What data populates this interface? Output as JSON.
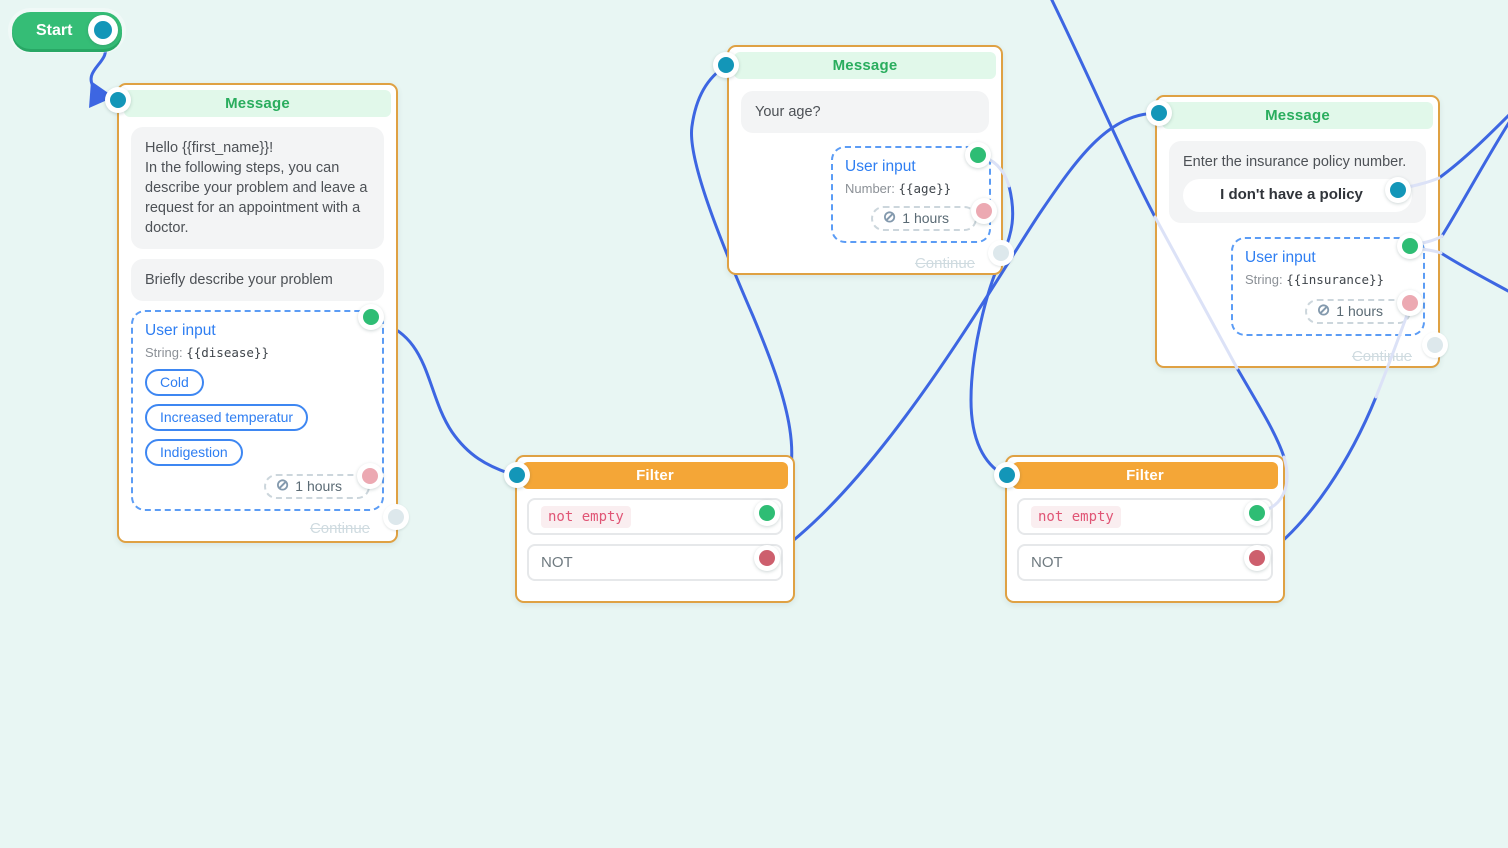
{
  "canvas": {
    "colors": {
      "background": "#e8f6f3",
      "edge": "#3d66e2",
      "edge_faint": "#dce2f7",
      "node_border": "#dfa143",
      "message_header_bg": "#e1f8ea",
      "message_header_text": "#2aad5e",
      "filter_header_bg": "#f4a637",
      "port_teal": "#1396b8",
      "port_green": "#2ebd74",
      "port_pink": "#eca9b2",
      "port_red": "#cd5f6d",
      "port_gray": "#dde8ec",
      "start_green": "#35bd76"
    }
  },
  "start": {
    "label": "Start"
  },
  "nodes": {
    "message1": {
      "header": "Message",
      "bubble1": "Hello {{first_name}}!\nIn the following steps, you can describe your problem and leave a request for an appointment with a doctor.",
      "bubble2": "Briefly describe your problem",
      "user_input": {
        "title": "User input",
        "var_label": "String:",
        "var_value": "{{disease}}",
        "choices": [
          "Cold",
          "Increased temperatur",
          "Indigestion"
        ],
        "timeout_icon": "⊘",
        "timeout": "1 hours"
      },
      "continue_label": "Continue"
    },
    "message2": {
      "header": "Message",
      "bubble1": "Your age?",
      "user_input": {
        "title": "User input",
        "var_label": "Number:",
        "var_value": "{{age}}",
        "timeout_icon": "⊘",
        "timeout": "1 hours"
      },
      "continue_label": "Continue"
    },
    "message3": {
      "header": "Message",
      "bubble1": "Enter the insurance policy number.",
      "bubble_button": "I don't have a policy",
      "user_input": {
        "title": "User input",
        "var_label": "String:",
        "var_value": "{{insurance}}",
        "timeout_icon": "⊘",
        "timeout": "1 hours"
      },
      "continue_label": "Continue"
    },
    "filter1": {
      "header": "Filter",
      "rows": [
        {
          "label": "not empty"
        },
        {
          "label": "NOT"
        }
      ]
    },
    "filter2": {
      "header": "Filter",
      "rows": [
        {
          "label": "not empty"
        },
        {
          "label": "NOT"
        }
      ]
    }
  }
}
